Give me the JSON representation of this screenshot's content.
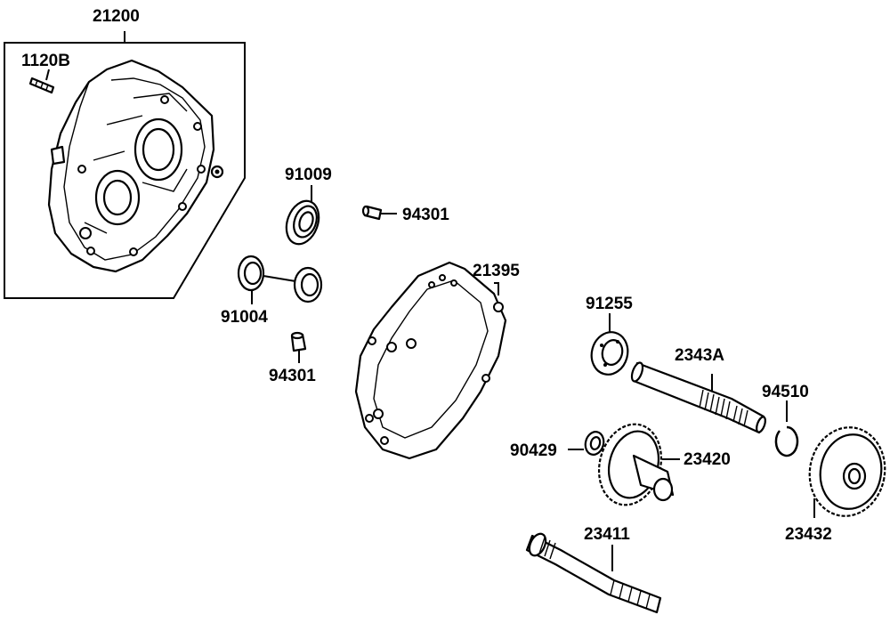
{
  "diagram": {
    "callouts": [
      {
        "id": "21200",
        "label": "21200"
      },
      {
        "id": "1120B",
        "label": "1120B"
      },
      {
        "id": "91009",
        "label": "91009"
      },
      {
        "id": "94301a",
        "label": "94301"
      },
      {
        "id": "21395",
        "label": "21395"
      },
      {
        "id": "91004",
        "label": "91004"
      },
      {
        "id": "94301b",
        "label": "94301"
      },
      {
        "id": "91255",
        "label": "91255"
      },
      {
        "id": "2343A",
        "label": "2343A"
      },
      {
        "id": "94510",
        "label": "94510"
      },
      {
        "id": "90429",
        "label": "90429"
      },
      {
        "id": "23420",
        "label": "23420"
      },
      {
        "id": "23432",
        "label": "23432"
      },
      {
        "id": "23411",
        "label": "23411"
      }
    ]
  }
}
